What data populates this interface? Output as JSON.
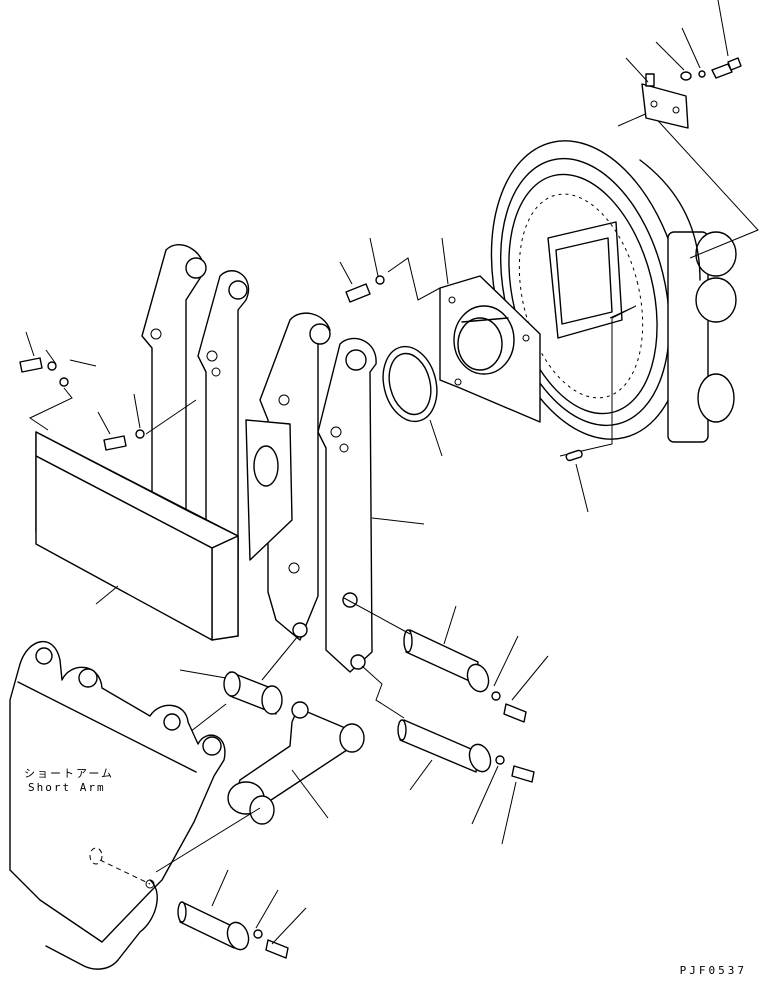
{
  "labels": {
    "short_arm_jp": "ショートアーム",
    "short_arm_en": "Short Arm"
  },
  "drawing_code": "PJF0537",
  "colors": {
    "line": "#000000",
    "background": "#ffffff"
  }
}
